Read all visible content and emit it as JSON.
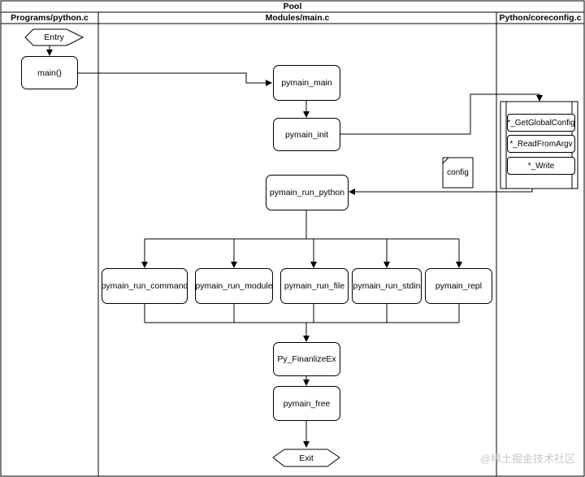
{
  "pool": {
    "title": "Pool",
    "lanes": [
      "Programs/python.c",
      "Modules/main.c",
      "Python/coreconfig.c"
    ]
  },
  "nodes": {
    "entry": "Entry",
    "main": "main()",
    "pymain_main": "pymain_main",
    "pymain_init": "pymain_init",
    "pymain_run_python": "pymain_run_python",
    "run_command": "pymain_run_command",
    "run_module": "pymain_run_module",
    "run_file": "pymain_run_file",
    "run_stdin": "pymain_run_stdin",
    "repl": "pymain_repl",
    "finalize": "Py_FinanlizeEx",
    "free": "pymain_free",
    "exit": "Exit"
  },
  "coreconfig": {
    "items": [
      "*_GetGlobalConfig",
      "*_ReadFromArgv",
      "*_Write"
    ]
  },
  "note": "config",
  "watermark": "@稀土掘金技术社区"
}
